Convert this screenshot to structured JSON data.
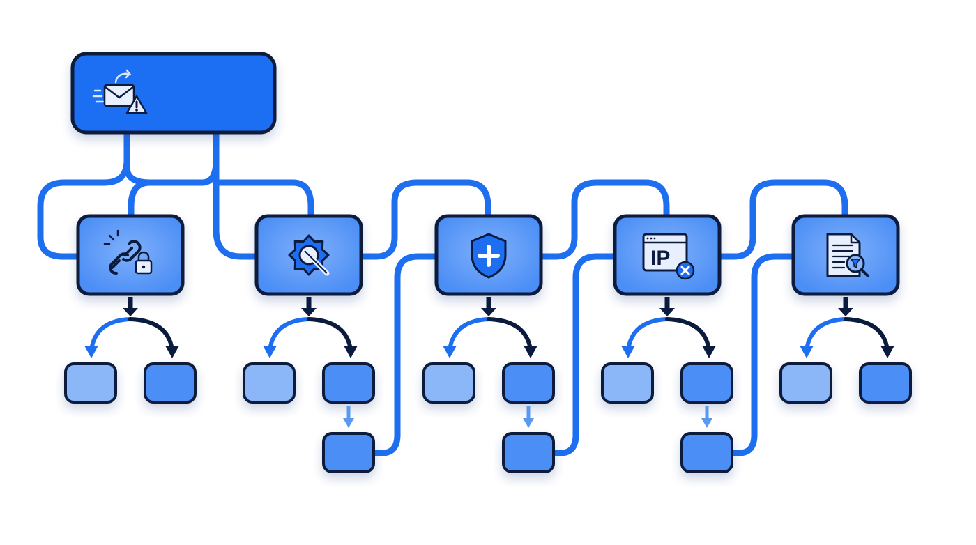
{
  "diagram": {
    "colors": {
      "primary": "#1e6ef2",
      "node_fill": "#4b8ef5",
      "node_light": "#8bb6f8",
      "connector": "#1d6ff0",
      "outline": "#0b1b3d",
      "arrow_light": "#5a99f0"
    },
    "root": {
      "icon": "email-forward-warning-icon"
    },
    "stages": [
      {
        "id": "link-security",
        "icon": "broken-link-lock-icon",
        "ip_text": ""
      },
      {
        "id": "settings-tools",
        "icon": "gear-wrench-icon",
        "ip_text": ""
      },
      {
        "id": "shield-protection",
        "icon": "shield-plus-icon",
        "ip_text": ""
      },
      {
        "id": "ip-block",
        "icon": "ip-window-block-icon",
        "ip_text": "IP"
      },
      {
        "id": "document-filter",
        "icon": "document-filter-icon",
        "ip_text": ""
      }
    ],
    "outcome_nodes_per_stage": 2,
    "follow_up_nodes": 3
  }
}
